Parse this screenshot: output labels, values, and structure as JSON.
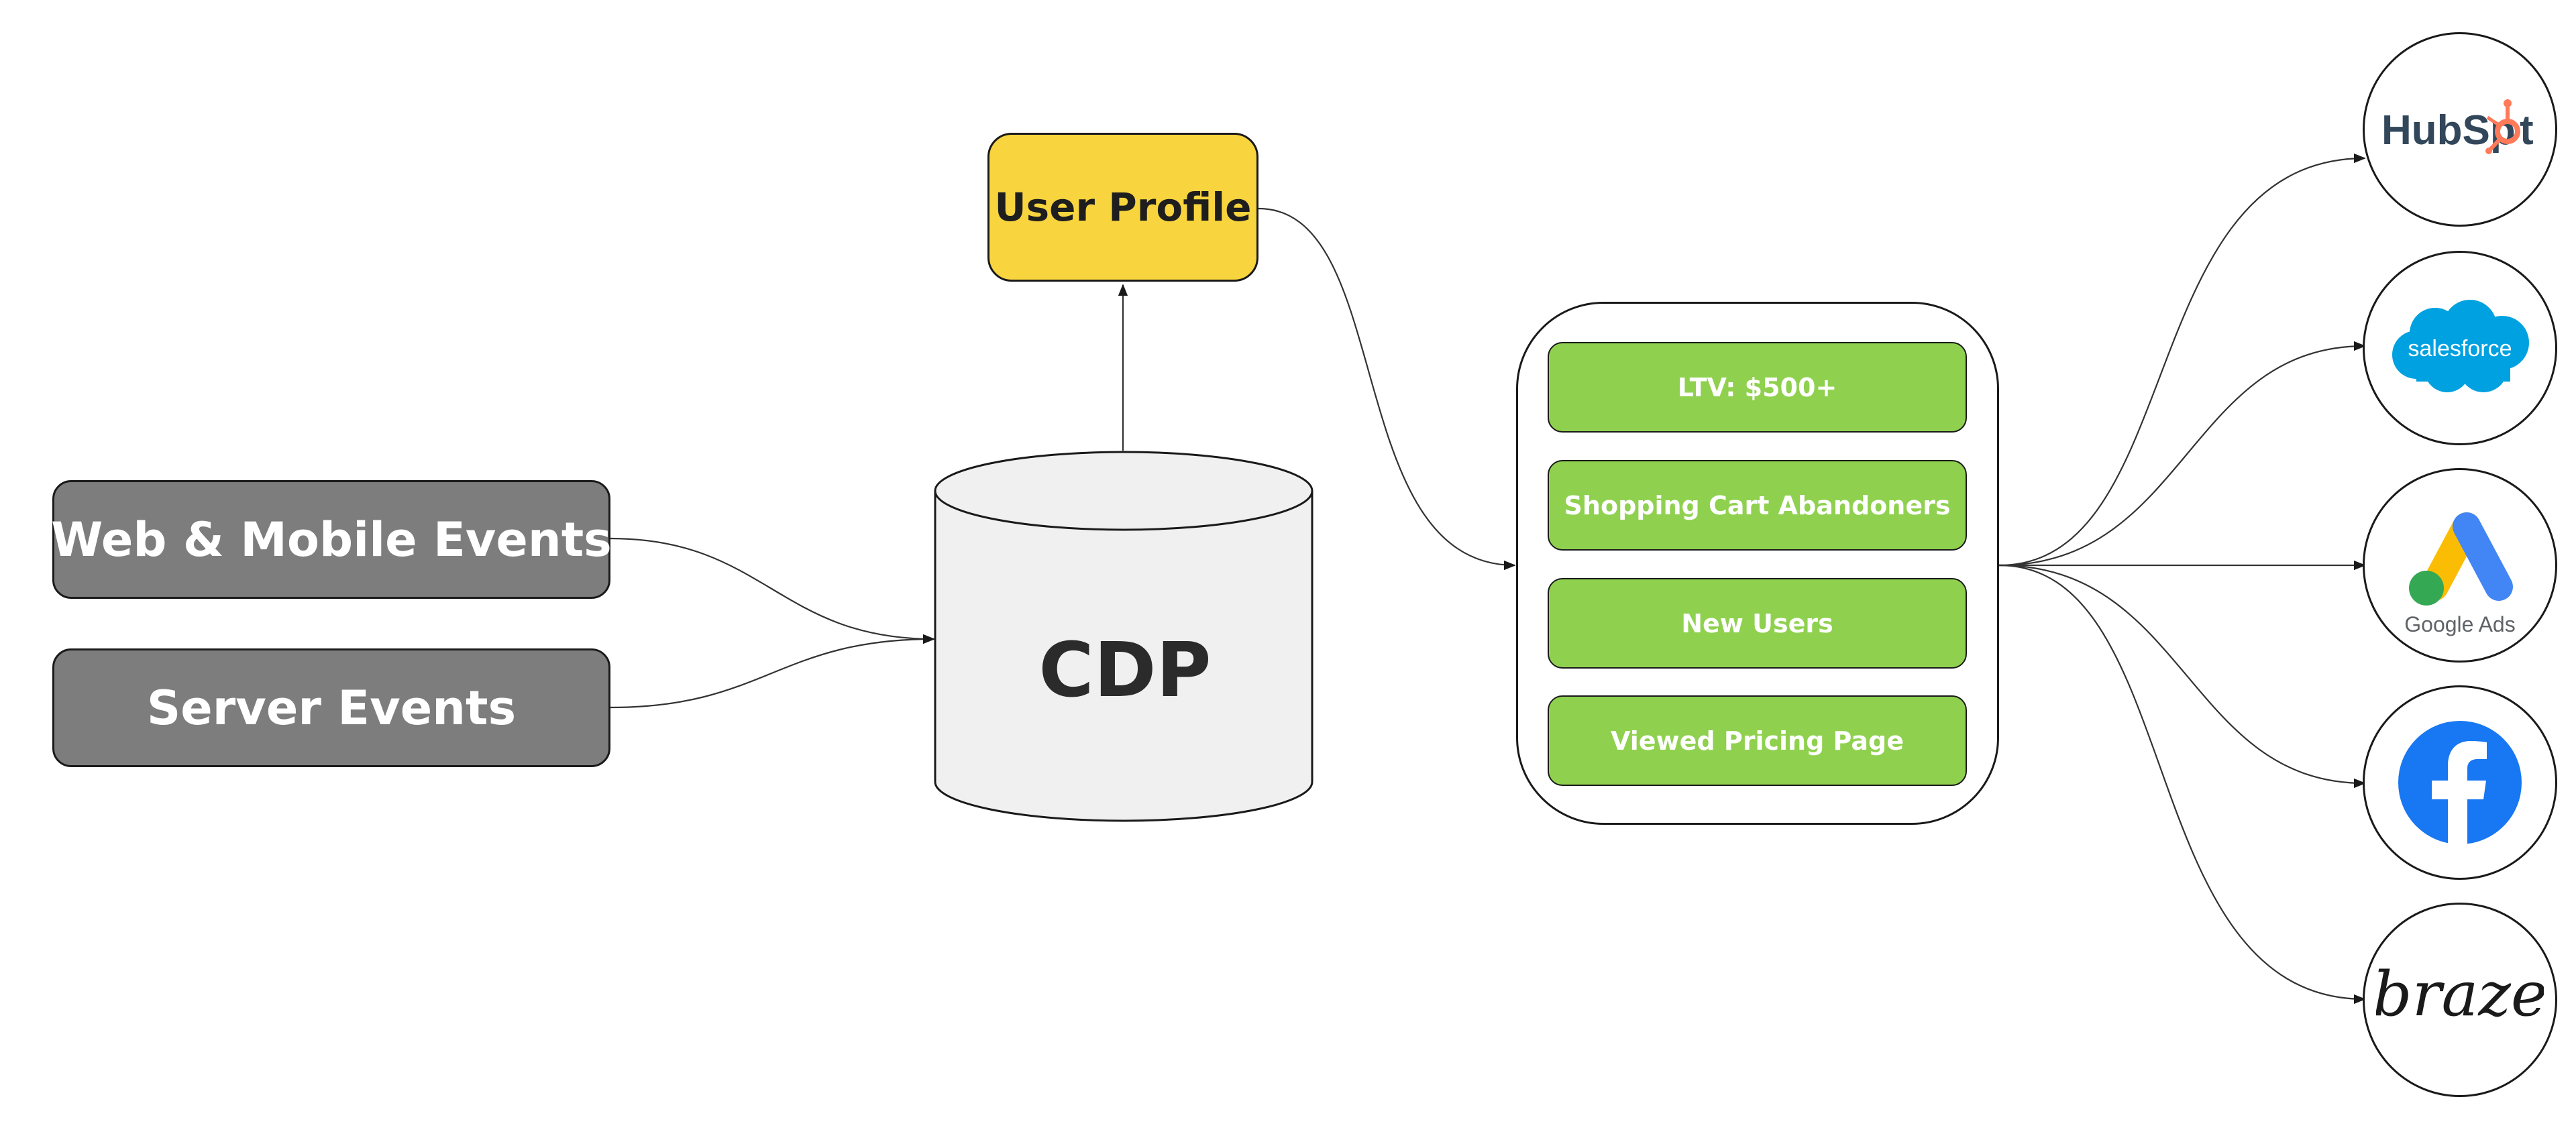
{
  "sources": [
    {
      "label": "Web & Mobile Events"
    },
    {
      "label": "Server Events"
    }
  ],
  "cdp": {
    "label": "CDP"
  },
  "user_profile": {
    "label": "User Profile"
  },
  "segments": [
    {
      "label": "LTV: $500+"
    },
    {
      "label": "Shopping Cart Abandoners"
    },
    {
      "label": "New Users"
    },
    {
      "label": "Viewed Pricing Page"
    }
  ],
  "destinations": [
    {
      "name": "HubSpot",
      "icon": "hubspot-logo"
    },
    {
      "name": "salesforce",
      "icon": "salesforce-logo"
    },
    {
      "name": "Google Ads",
      "icon": "google-ads-logo"
    },
    {
      "name": "Facebook",
      "icon": "facebook-logo"
    },
    {
      "name": "braze",
      "icon": "braze-logo"
    }
  ],
  "colors": {
    "source_fill": "#7d7d7d",
    "profile_fill": "#f8d43e",
    "segment_fill": "#8fd14f",
    "cdp_fill": "#f0f0f0",
    "hubspot_orange": "#ff7a59",
    "hubspot_navy": "#33475b",
    "salesforce_blue": "#00a1e0",
    "facebook_blue": "#1877f2",
    "google_blue": "#4285f4",
    "google_yellow": "#fbbc04",
    "google_green": "#34a853"
  }
}
